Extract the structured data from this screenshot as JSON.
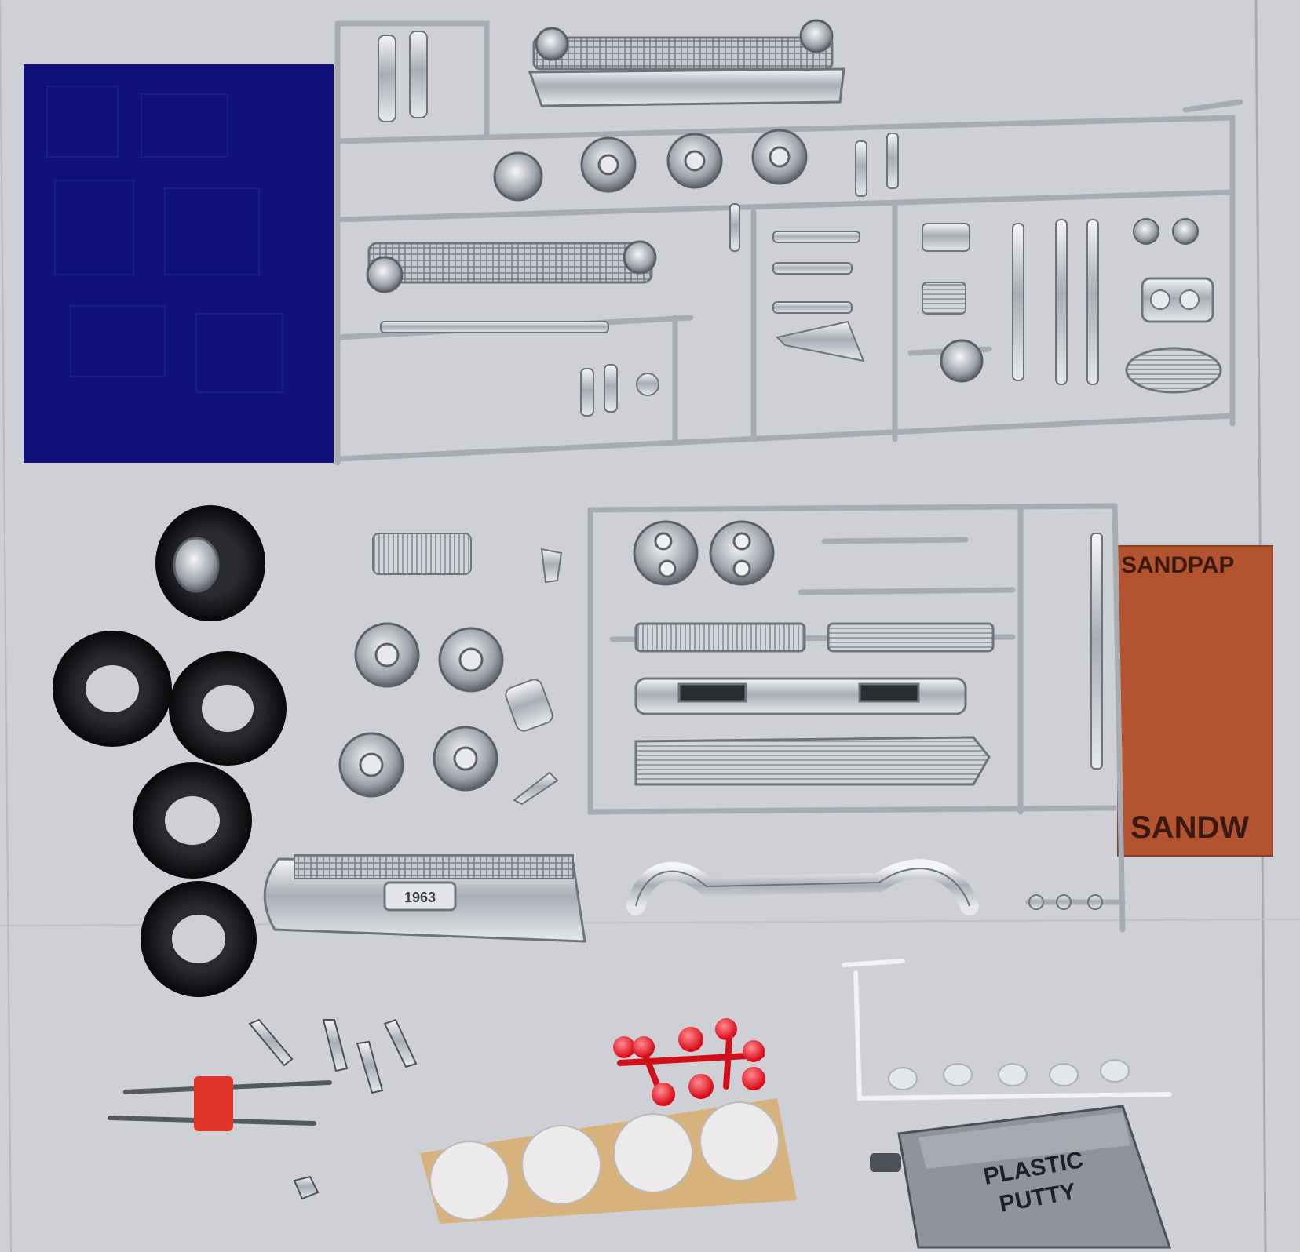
{
  "photo": {
    "palette": {
      "board": "#cfd0d6",
      "chrome": "#bfc2c8",
      "chrome_dark": "#6f737b",
      "felt": "#10117a",
      "sandpaper": "#b3532f",
      "tire": "#141416",
      "lens_red": "#e4141f",
      "clear": "#e3e6ea",
      "decal_backing": "#d8b27c",
      "tape_red": "#e2352a"
    },
    "sandpaper_text": {
      "top": "SANDPAP",
      "bottom": "SANDW"
    },
    "bumper_plate_text": "1963",
    "putty_tube_text": {
      "line1": "PLASTIC",
      "line2": "PUTTY"
    }
  }
}
